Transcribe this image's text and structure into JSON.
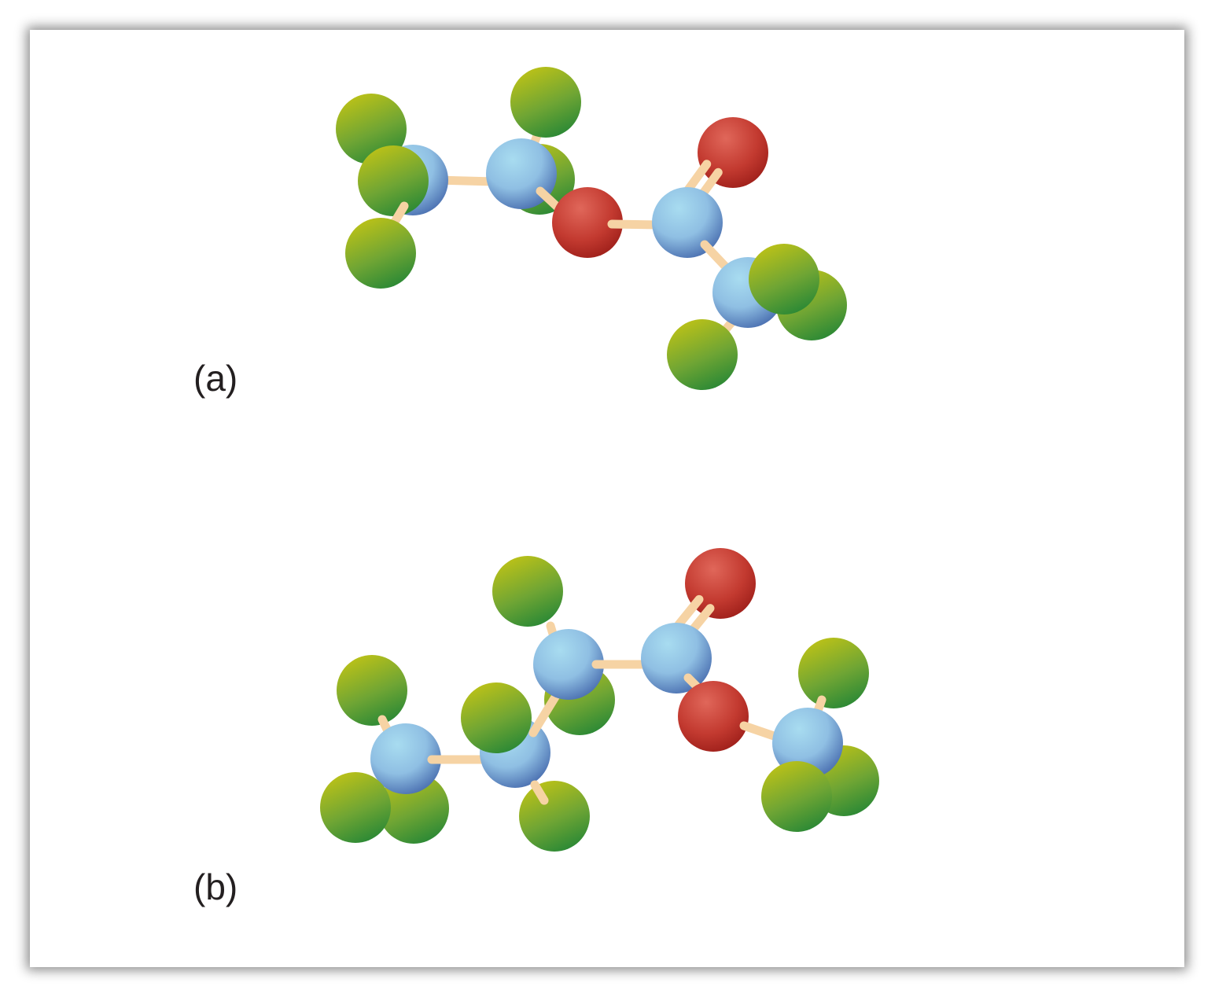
{
  "colors": {
    "carbon": [
      "#a8dcf0",
      "#4a6fb0"
    ],
    "oxygen": [
      "#e0675a",
      "#9e1f1a"
    ],
    "hydrogen": [
      "#b5bf1a",
      "#2e8a35"
    ],
    "bond": "#f6d3a4",
    "bond_shadow": "#d9aa73",
    "frame_shadow": "#000000"
  },
  "panels": [
    {
      "label": "(a)",
      "icon": "ball-and-stick-molecule",
      "atom_sequence": [
        "H",
        "H",
        "H",
        "C",
        "H",
        "H",
        "C",
        "O",
        "C",
        "O",
        "C",
        "H",
        "H",
        "H"
      ]
    },
    {
      "label": "(b)",
      "icon": "ball-and-stick-molecule",
      "atom_sequence": [
        "H",
        "H",
        "H",
        "C",
        "H",
        "H",
        "C",
        "H",
        "H",
        "C",
        "C",
        "O",
        "O",
        "C",
        "H",
        "H",
        "H"
      ]
    }
  ]
}
